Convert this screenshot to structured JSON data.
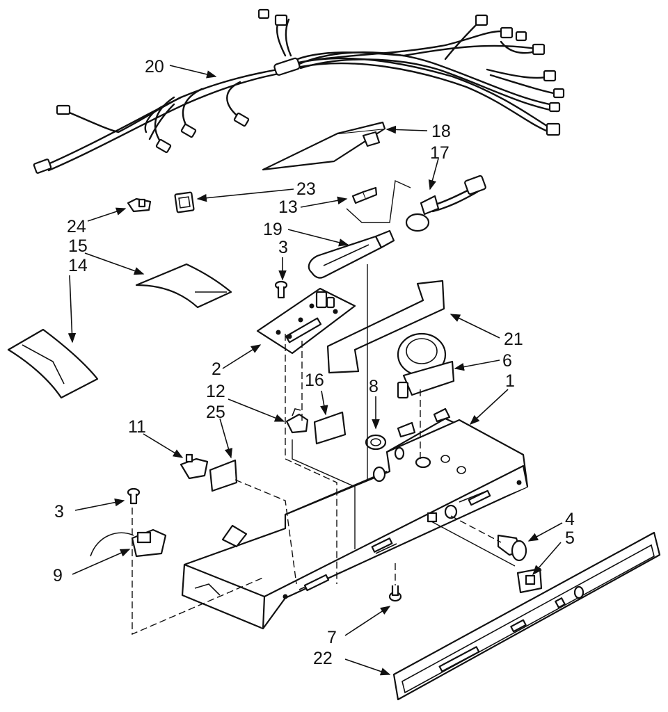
{
  "callouts": {
    "c20": "20",
    "c18": "18",
    "c17": "17",
    "c23": "23",
    "c13": "13",
    "c24": "24",
    "c19": "19",
    "c15": "15",
    "c3a": "3",
    "c14": "14",
    "c21": "21",
    "c6": "6",
    "c2": "2",
    "c12": "12",
    "c16": "16",
    "c8": "8",
    "c1": "1",
    "c25": "25",
    "c11": "11",
    "c3b": "3",
    "c4": "4",
    "c5": "5",
    "c9": "9",
    "c7": "7",
    "c22": "22"
  },
  "colors": {
    "ink": "#111111",
    "paper": "#ffffff"
  }
}
